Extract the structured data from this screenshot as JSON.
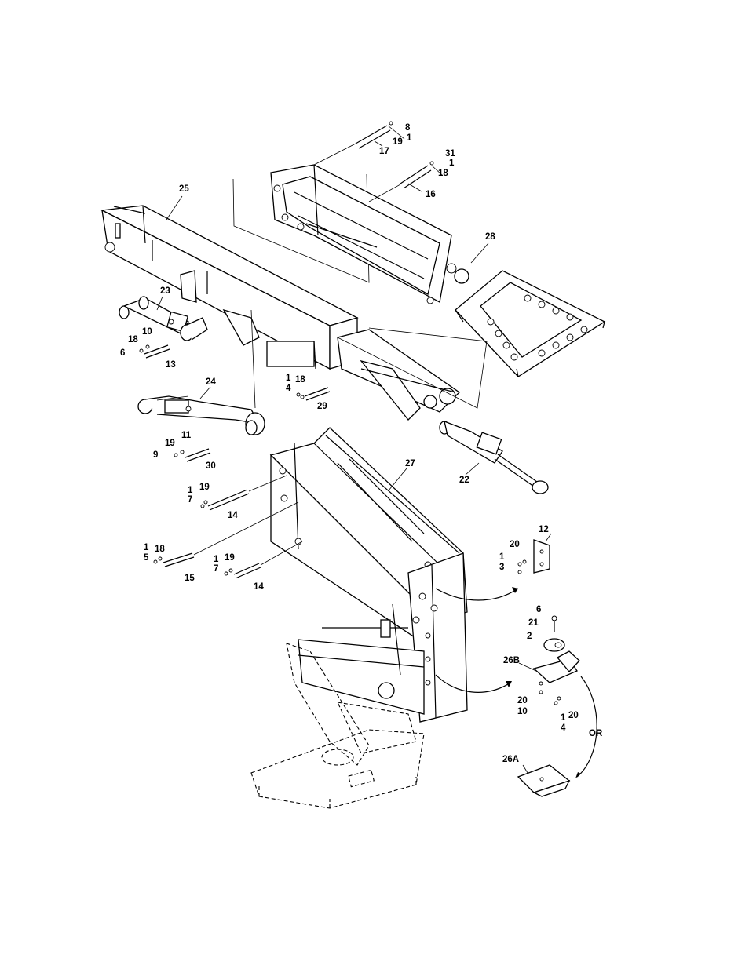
{
  "figure": {
    "callouts": {
      "c8": "8",
      "c1a": "1",
      "c19a": "19",
      "c17": "17",
      "c31": "31",
      "c1b": "1",
      "c18a": "18",
      "c16": "16",
      "c25": "25",
      "c28": "28",
      "c23": "23",
      "c10a": "10",
      "c18b": "18",
      "c6a": "6",
      "c13": "13",
      "c1c": "1",
      "c18c": "18",
      "c4a": "4",
      "c29": "29",
      "c24": "24",
      "c11": "11",
      "c19b": "19",
      "c9": "9",
      "c30": "30",
      "c27": "27",
      "c22": "22",
      "c1d": "1",
      "c19c": "19",
      "c7a": "7",
      "c14a": "14",
      "c12": "12",
      "c20a": "20",
      "c1e": "1",
      "c3": "3",
      "c1f": "1",
      "c18d": "18",
      "c5": "5",
      "c15": "15",
      "c1g": "1",
      "c19d": "19",
      "c7b": "7",
      "c14b": "14",
      "c6b": "6",
      "c21": "21",
      "c2": "2",
      "c26b": "26B",
      "c20b": "20",
      "c10b": "10",
      "c1h": "1",
      "c20c": "20",
      "c4b": "4",
      "or": "OR",
      "c26a": "26A"
    }
  }
}
